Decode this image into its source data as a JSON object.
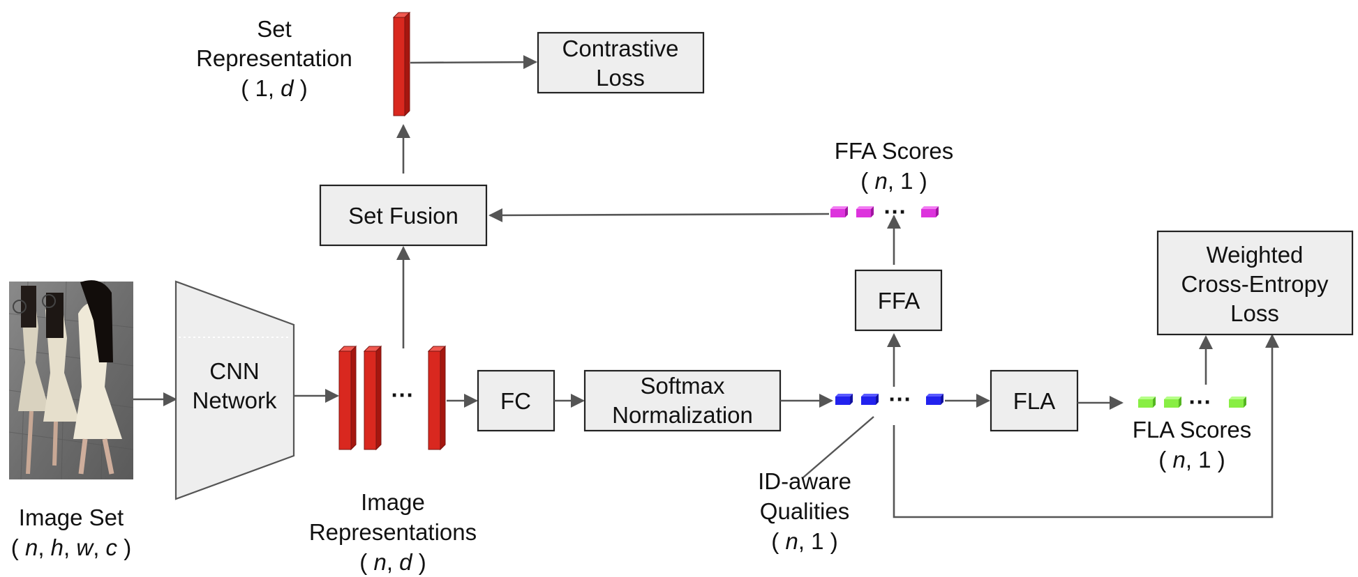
{
  "input": {
    "title": "Image Set",
    "dims": [
      "n",
      "h",
      "w",
      "c"
    ]
  },
  "cnn": {
    "line1": "CNN",
    "line2": "Network"
  },
  "image_repr": {
    "line1": "Image",
    "line2": "Representations",
    "dims": [
      "n",
      "d"
    ],
    "dots": "···"
  },
  "fc": {
    "label": "FC"
  },
  "softmax": {
    "line1": "Softmax",
    "line2": "Normalization"
  },
  "qualities": {
    "line1": "ID-aware",
    "line2": "Qualities",
    "dims": [
      "n",
      "1"
    ],
    "dots": "···"
  },
  "fla": {
    "label": "FLA"
  },
  "fla_scores": {
    "label": "FLA Scores",
    "dims": [
      "n",
      "1"
    ],
    "dots": "···"
  },
  "ffa": {
    "label": "FFA"
  },
  "ffa_scores": {
    "label": "FFA Scores",
    "dims": [
      "n",
      "1"
    ],
    "dots": "···"
  },
  "set_fusion": {
    "label": "Set Fusion"
  },
  "set_repr": {
    "line1": "Set",
    "line2": "Representation",
    "dims": [
      "1",
      "d"
    ]
  },
  "contrastive": {
    "line1": "Contrastive",
    "line2": "Loss"
  },
  "weighted_ce": {
    "line1": "Weighted",
    "line2": "Cross-Entropy",
    "line3": "Loss"
  },
  "colors": {
    "feature": "#d9281f",
    "quality": "#2222ee",
    "fla_score": "#88ee44",
    "ffa_score": "#dd33dd",
    "box_fill": "#eeeeee",
    "arrow": "#555555"
  }
}
